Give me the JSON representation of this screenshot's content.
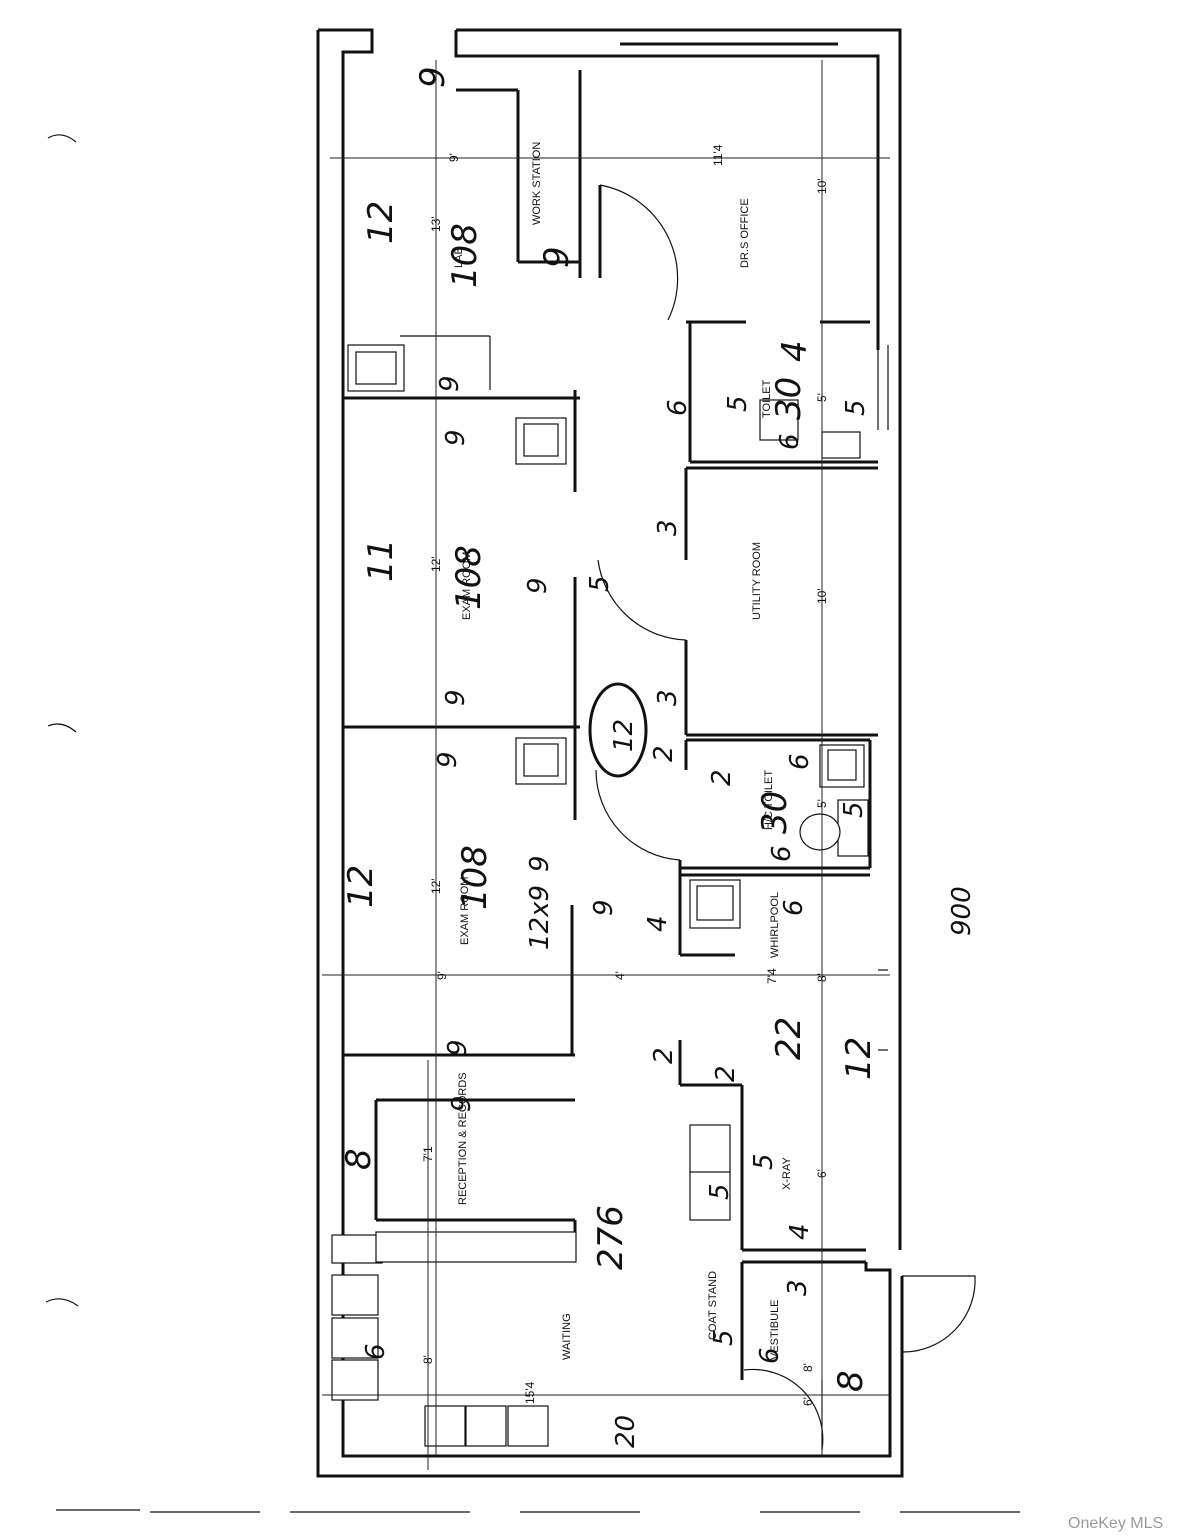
{
  "rooms": {
    "work_station": "WORK STATION",
    "lab": "LAB",
    "drs_office": "DR.S OFFICE",
    "toilet": "TOILET",
    "exam_room_1": "EXAM ROOM",
    "utility_room": "UTILITY ROOM",
    "hc_toilet": "H/C TOILET",
    "exam_room_2": "EXAM ROOM",
    "whirlpool": "WHIRLPOOL",
    "reception": "RECEPTION & RECORDS",
    "x_ray": "X-RAY",
    "waiting": "WAITING",
    "coat_stand": "COAT STAND",
    "vestibule": "VESTIBULE"
  },
  "dimensions": {
    "top_left": "9'",
    "top_right": "11'4",
    "lab_len": "13'",
    "drs_office_len": "10'",
    "toilet_w": "5'",
    "exam1_len": "12'",
    "utility_len": "10'",
    "hc_toilet_w": "5'",
    "exam2_len": "12'",
    "mid_9": "9'",
    "mid_4": "4'",
    "mid_74": "7'4",
    "mid_8": "8'",
    "reception_len": "7'1",
    "xray_len": "6'",
    "waiting_len": "8'",
    "vestibule_len": "8'",
    "bottom_154": "15'4",
    "bottom_6": "6'"
  },
  "handwritten": {
    "top_9": "9",
    "lab_12": "12",
    "lab_108": "108",
    "ws_9": "9",
    "drs_4": "4",
    "wall_9a": "9",
    "toilet_5": "5",
    "toilet_30": "30",
    "toilet_6": "6",
    "toilet_5b": "5",
    "corr_6": "6",
    "ex1_9": "9",
    "ex1_11": "11",
    "ex1_108": "108",
    "ex1_9b": "9",
    "corr_3": "3",
    "corr_5": "5",
    "corr_3b": "3",
    "ex1_9c": "9",
    "circled_12": "12",
    "corr_2": "2",
    "ex2_9": "9",
    "hc_2": "2",
    "hc_30": "30",
    "hc_6": "6",
    "hc_6b": "6",
    "hc_5": "5",
    "ex2_12": "12",
    "ex2_108": "108",
    "ex2_9b": "9",
    "ex2_12x9": "12x9",
    "corr_9": "9",
    "corr_4": "4",
    "whirl_6": "6",
    "xr_22": "22",
    "xr_12": "12",
    "ex2_9c": "9",
    "corr_2b": "2",
    "corr_2c": "2",
    "rec_9": "9",
    "rec_8": "8",
    "waiting_276": "276",
    "xr_5": "5",
    "coat_5": "5",
    "xr_4": "4",
    "vest_3": "3",
    "coat_5b": "5",
    "vest_6": "6",
    "vest_8": "8",
    "wait_6": "6",
    "bottom_20": "20",
    "total_900": "900"
  },
  "watermark": "OneKey MLS"
}
